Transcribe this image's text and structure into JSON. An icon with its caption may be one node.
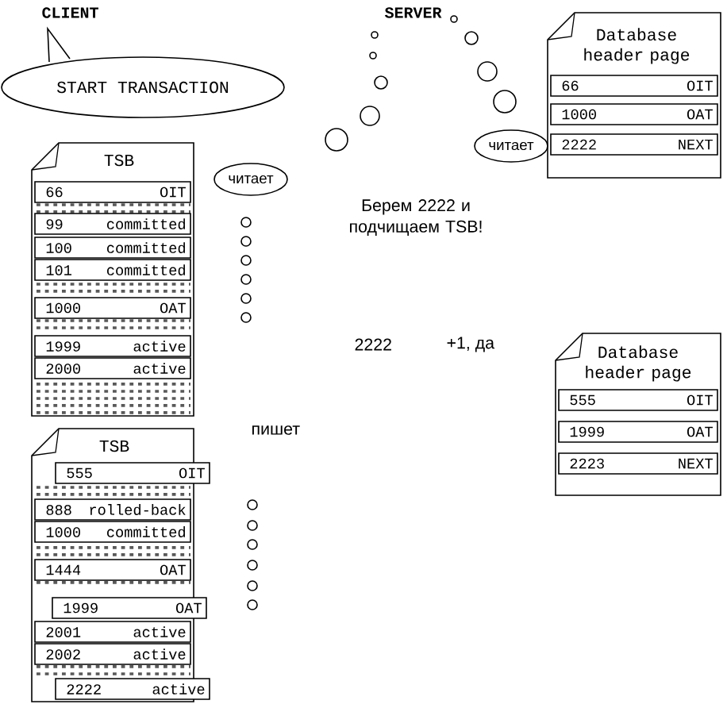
{
  "diagram": {
    "nodes": [
      {
        "text": [
          "START TRANSACTION"
        ]
      },
      {
        "text": [
          "TSB"
        ]
      },
      {
        "text": [
          "66",
          "OIT"
        ],
        "in": 1
      },
      {
        "text": [
          "99",
          "committed"
        ],
        "in": 1
      },
      {
        "text": [
          "100",
          "committed"
        ],
        "in": 1
      },
      {
        "text": [
          "101",
          "committed"
        ],
        "in": 1
      },
      {
        "text": [
          "1000",
          "OAT"
        ],
        "in": 1
      },
      {
        "text": [
          "1999",
          "active"
        ],
        "in": 1
      },
      {
        "text": [
          "2000",
          "active"
        ],
        "in": 1
      },
      {
        "text": [
          "читает"
        ]
      },
      {
        "text": [
          "Database header page"
        ]
      },
      {
        "text": [
          "66",
          "OIT"
        ],
        "in": 10
      },
      {
        "text": [
          "1000",
          "OAT"
        ],
        "in": 10
      },
      {
        "text": [
          "2222",
          "NEXT"
        ],
        "in": 10
      },
      {
        "text": [
          "читает"
        ]
      },
      {
        "text": [
          "Database header page"
        ]
      },
      {
        "text": [
          "555",
          "OIT"
        ],
        "in": 15
      },
      {
        "text": [
          "1999",
          "OAT"
        ],
        "in": 15
      },
      {
        "text": [
          "2223",
          "NEXT"
        ],
        "in": 15
      },
      {
        "text": [
          "TSB"
        ]
      },
      {
        "text": [
          "555",
          "OIT"
        ],
        "in": 19
      },
      {
        "text": [
          "888",
          "rolled-back"
        ],
        "in": 19
      },
      {
        "text": [
          "1000",
          "committed"
        ],
        "in": 19
      },
      {
        "text": [
          "1444",
          "OAT"
        ],
        "in": 19
      },
      {
        "text": [
          "1999",
          "OAT"
        ],
        "in": 19
      },
      {
        "text": [
          "2001",
          "active"
        ],
        "in": 19
      },
      {
        "text": [
          "2002",
          "active"
        ],
        "in": 19
      },
      {
        "text": [
          "2222",
          "active"
        ],
        "in": 19
      }
    ],
    "labels": [
      "CLIENT",
      "SERVER",
      "Берем 2222 и подчищаем TSB!",
      "2222",
      "+1, да",
      "пишет"
    ]
  }
}
